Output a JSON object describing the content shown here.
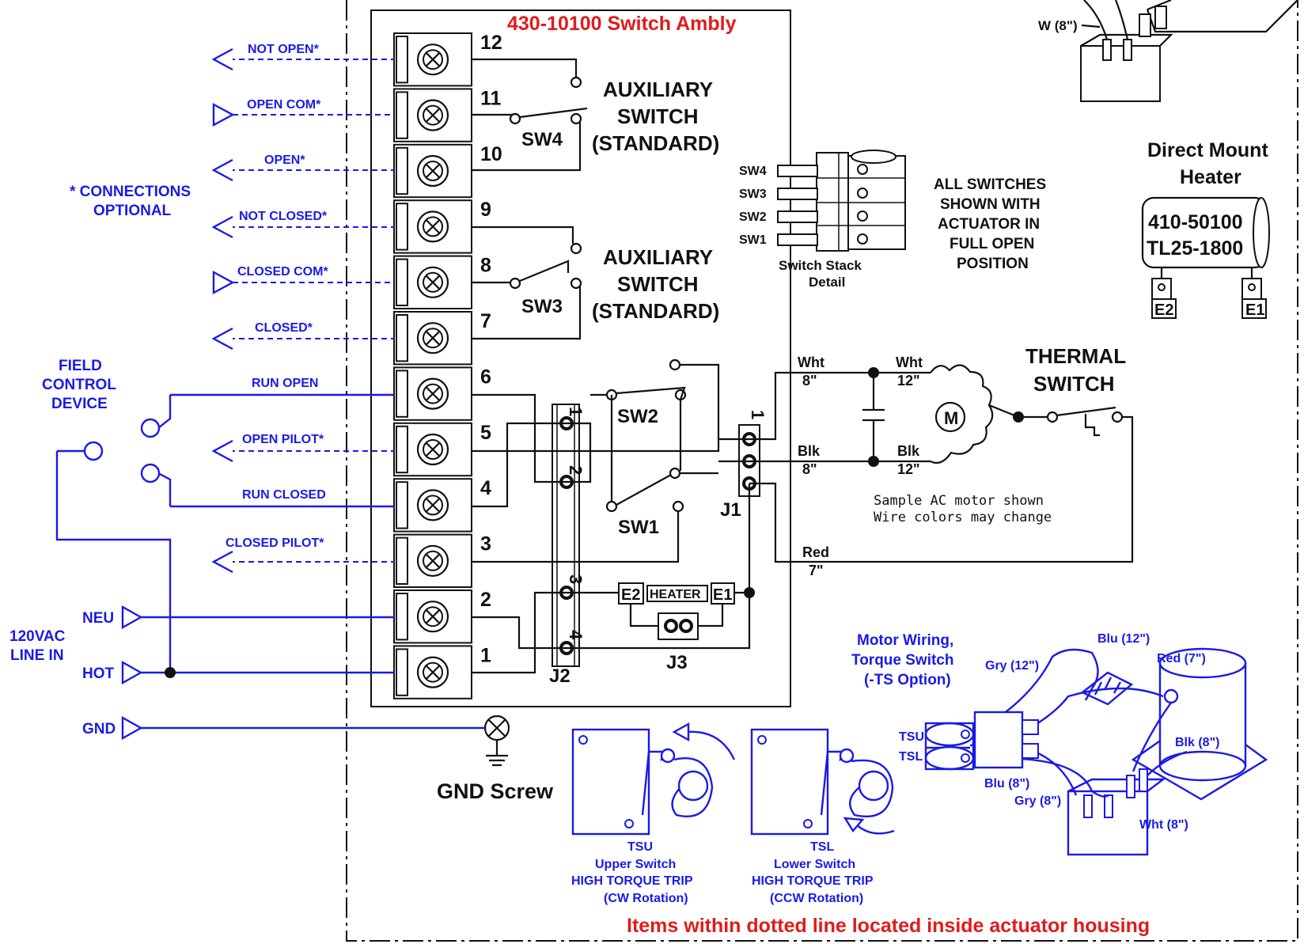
{
  "title": "430-10100 Switch Ambly",
  "footer_note": "Items within dotted line located inside actuator housing",
  "terminals": [
    "12",
    "11",
    "10",
    "9",
    "8",
    "7",
    "6",
    "5",
    "4",
    "3",
    "2",
    "1"
  ],
  "field_signals": {
    "not_open": "NOT OPEN*",
    "open_com": "OPEN COM*",
    "open": "OPEN*",
    "not_closed": "NOT CLOSED*",
    "closed_com": "CLOSED COM*",
    "closed": "CLOSED*",
    "run_open": "RUN OPEN",
    "open_pilot": "OPEN PILOT*",
    "run_closed": "RUN CLOSED",
    "closed_pilot": "CLOSED PILOT*"
  },
  "connections_optional": [
    "* CONNECTIONS",
    "OPTIONAL"
  ],
  "field_control_device": [
    "FIELD",
    "CONTROL",
    "DEVICE"
  ],
  "line_in": [
    "120VAC",
    "LINE IN"
  ],
  "neu": "NEU",
  "hot": "HOT",
  "gnd": "GND",
  "gnd_screw": "GND Screw",
  "aux_switch": [
    "AUXILIARY",
    "SWITCH",
    "(STANDARD)"
  ],
  "sw4": "SW4",
  "sw3": "SW3",
  "sw2": "SW2",
  "sw1": "SW1",
  "switch_stack": {
    "labels": [
      "SW4",
      "SW3",
      "SW2",
      "SW1"
    ],
    "caption": [
      "Switch Stack",
      "Detail"
    ]
  },
  "all_switches_note": [
    "ALL SWITCHES",
    "SHOWN WITH",
    "ACTUATOR IN",
    "FULL OPEN",
    "POSITION"
  ],
  "heater": {
    "title": [
      "Direct Mount",
      "Heater"
    ],
    "part": [
      "410-50100",
      "TL25-1800"
    ],
    "e2": "E2",
    "e1": "E1"
  },
  "j2": {
    "label": "J2",
    "pins": [
      "1",
      "2",
      "3",
      "4"
    ]
  },
  "j1": {
    "label": "J1",
    "pin1": "1"
  },
  "j3": "J3",
  "heater_block": {
    "label": "HEATER",
    "e2": "E2",
    "e1": "E1"
  },
  "motor": {
    "symbol": "M",
    "wht": "Wht",
    "wht_len": "8\"",
    "wht2": "Wht",
    "wht2_len": "12\"",
    "blk": "Blk",
    "blk_len": "8\"",
    "blk2": "Blk",
    "blk2_len": "12\"",
    "red": "Red",
    "red_len": "7\"",
    "sample_note": [
      "Sample AC motor shown",
      "Wire colors may change"
    ]
  },
  "thermal_switch": [
    "THERMAL",
    "SWITCH"
  ],
  "motor_wiring": {
    "title": [
      "Motor Wiring,",
      "Torque Switch",
      "(-TS Option)"
    ],
    "blu12": "Blu (12\")",
    "gry12": "Gry (12\")",
    "red7": "Red (7\")",
    "blk8": "Blk (8\")",
    "blu8": "Blu (8\")",
    "gry8": "Gry (8\")",
    "wht8": "Wht (8\")",
    "tsu": "TSU",
    "tsl": "TSL"
  },
  "top_wht": "W (8\")",
  "tsu_caption": [
    "TSU",
    "Upper Switch",
    "HIGH TORQUE TRIP",
    "(CW Rotation)"
  ],
  "tsl_caption": [
    "TSL",
    "Lower Switch",
    "HIGH TORQUE TRIP",
    "(CCW Rotation)"
  ]
}
